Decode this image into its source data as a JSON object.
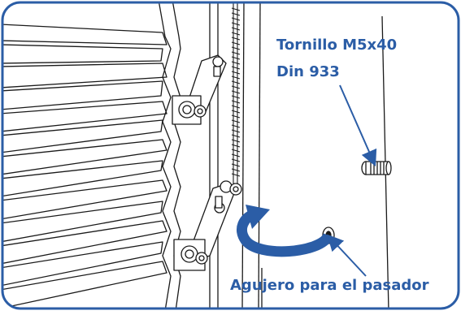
{
  "labels": {
    "screw_line1": "Tornillo M5x40",
    "screw_line2": "Din 933",
    "hole": "Agujero para el pasador"
  },
  "colors": {
    "accent": "#2b5da6",
    "border": "#2b5da6",
    "line": "#1a1a1a"
  },
  "icons": {
    "rotation_arrow": "curved-arrow-icon",
    "pointer_arrow": "arrow-icon"
  }
}
